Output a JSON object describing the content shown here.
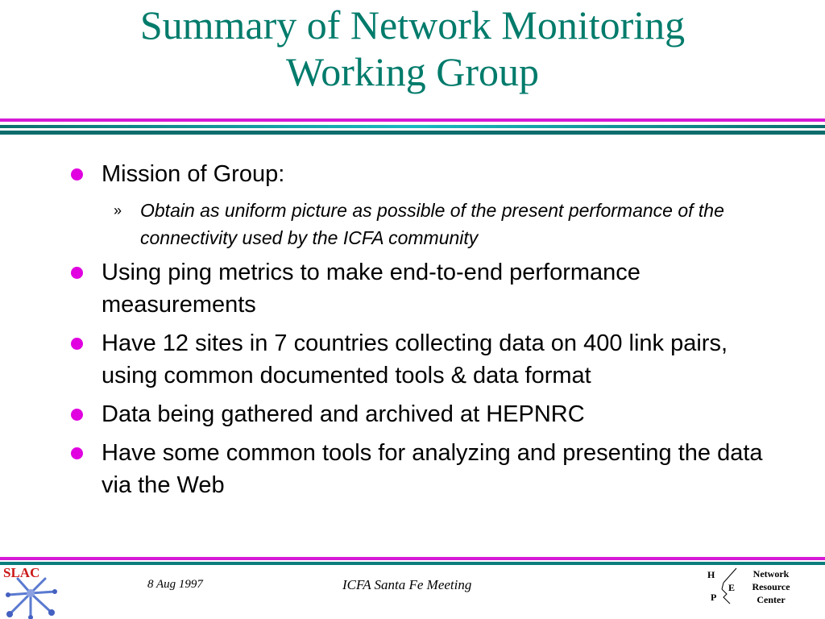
{
  "title": {
    "line1": "Summary of Network Monitoring",
    "line2": "Working Group"
  },
  "bullets": [
    {
      "text": "Mission of Group:",
      "sub": [
        "Obtain as uniform picture as possible of the present performance of the connectivity used by the ICFA community"
      ]
    },
    {
      "text": "Using ping metrics to make end-to-end performance measurements"
    },
    {
      "text": "Have 12 sites in 7 countries collecting data on 400 link pairs, using common documented tools & data format"
    },
    {
      "text": "Data being gathered and archived at HEPNRC"
    },
    {
      "text": "Have some common tools for analyzing and presenting the data via the Web"
    }
  ],
  "footer": {
    "date": "8 Aug 1997",
    "meeting": "ICFA Santa Fe Meeting",
    "slac_logo": "SLAC",
    "hep_letters": [
      "H",
      "E",
      "P"
    ],
    "nrc": [
      "Network",
      "Resource",
      "Center"
    ]
  },
  "colors": {
    "title": "#007b6b",
    "bullet": "#e000e0",
    "magenta_bar": "#d61ad6",
    "teal_bar": "#0d6d6d"
  }
}
